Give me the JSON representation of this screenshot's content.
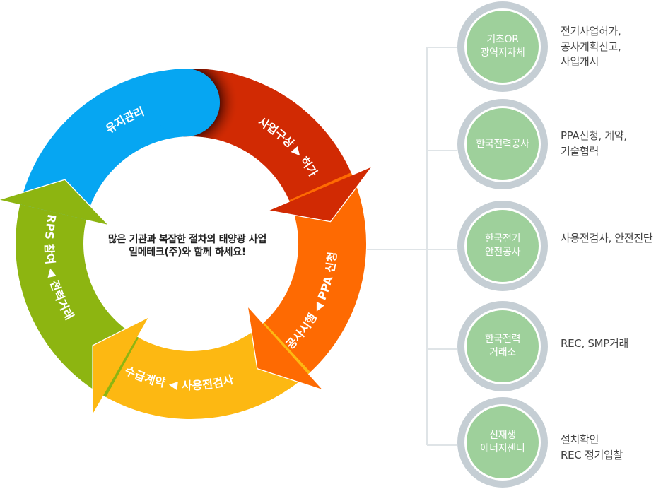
{
  "cycle": {
    "center_text": {
      "line1": "많은 기관과 복잡한 절차의 태양광 사업",
      "line2": "일메테크(주)와 함께 하세요!"
    },
    "segments": [
      {
        "id": "business-planning",
        "label": "사업구상 ▶ 허가",
        "color": "#d12a03"
      },
      {
        "id": "construction",
        "label": "공사시행 ◀ PPA 신청",
        "color": "#fe6a02"
      },
      {
        "id": "supply-contract",
        "label": "수급계약 ◀ 사용전검사",
        "color": "#fdb812"
      },
      {
        "id": "rps-participation",
        "label": "RPS 참여 ◀ 전력거래",
        "color": "#8db511"
      },
      {
        "id": "maintenance",
        "label": "유지관리",
        "color": "#06a6f2"
      }
    ],
    "label_color": "#ffffff",
    "shadow_color": "#3a0500"
  },
  "agencies": [
    {
      "name_lines": [
        "기초OR",
        "광역지자체"
      ],
      "description_lines": [
        "전기사업허가,",
        "공사계획신고,",
        "사업개시"
      ]
    },
    {
      "name_lines": [
        "한국전력공사"
      ],
      "description_lines": [
        "PPA신청, 계약,",
        "기술협력"
      ]
    },
    {
      "name_lines": [
        "한국전기",
        "안전공사"
      ],
      "description_lines": [
        "사용전검사, 안전진단"
      ]
    },
    {
      "name_lines": [
        "한국전력",
        "거래소"
      ],
      "description_lines": [
        "REC, SMP거래"
      ]
    },
    {
      "name_lines": [
        "신재생",
        "에너지센터"
      ],
      "description_lines": [
        "설치확인",
        "REC 정기입찰"
      ]
    }
  ],
  "colors": {
    "agency_fill": "#9ed09b",
    "agency_ring": "#c5ced4",
    "connector": "#dfe4e7",
    "description_text": "#444444",
    "center_text": "#222222"
  }
}
